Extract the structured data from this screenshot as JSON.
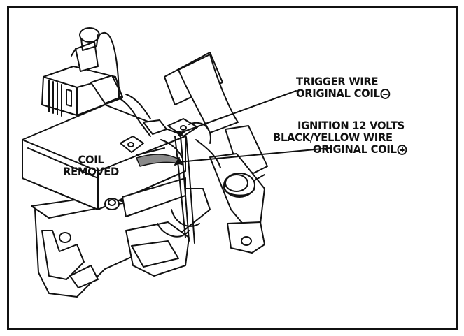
{
  "labels": {
    "trigger_line1": "TRIGGER WIRE",
    "trigger_line2": "ORIGINAL COIL",
    "ignition_line1": "IGNITION 12 VOLTS",
    "ignition_line2": "BLACK/YELLOW WIRE",
    "ignition_line3": "ORIGINAL COIL",
    "coil_line1": "COIL",
    "coil_line2": "REMOVED"
  },
  "icons": {
    "trigger_polarity": "minus-circle-icon",
    "ignition_polarity": "plus-circle-icon"
  },
  "colors": {
    "ink": "#111111",
    "paper": "#ffffff",
    "wire_band": "#8a8a8a"
  }
}
